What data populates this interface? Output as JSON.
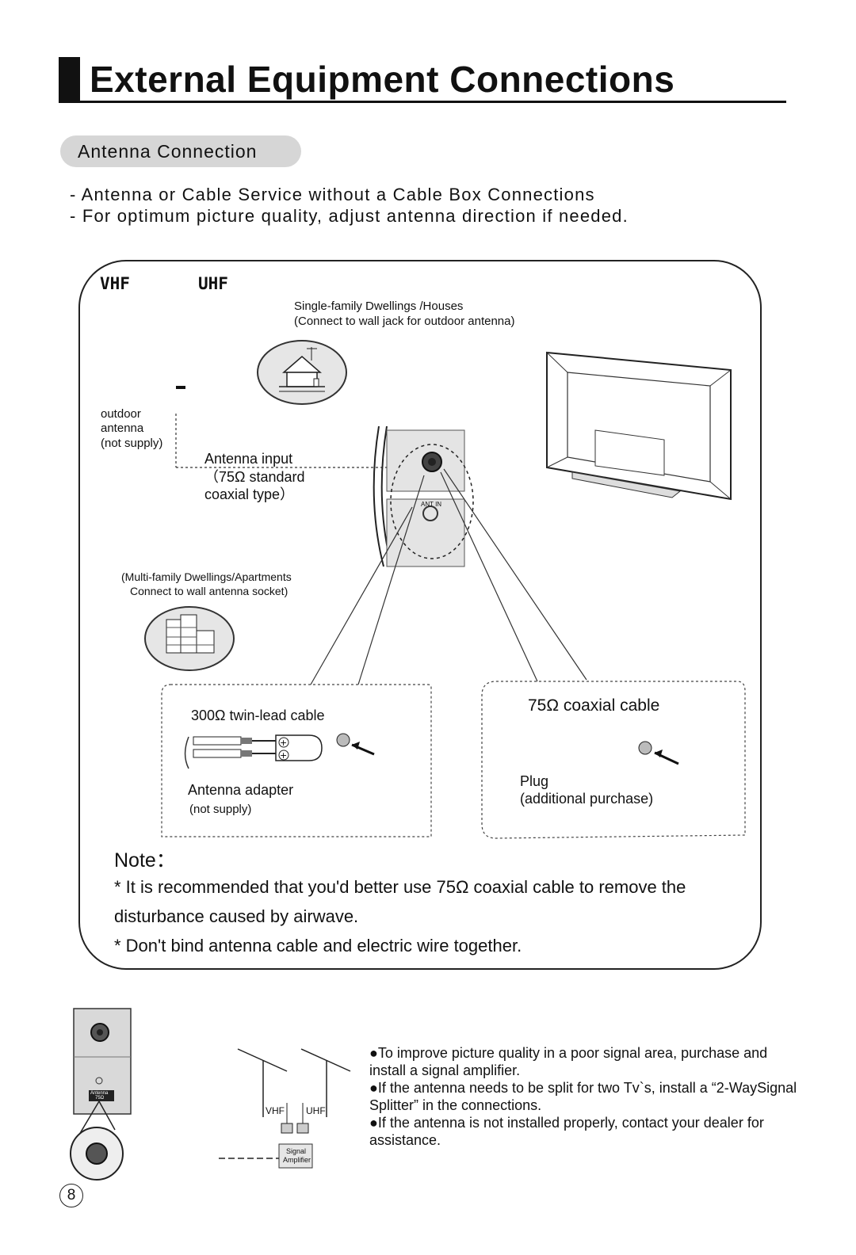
{
  "page": {
    "title": "External Equipment Connections",
    "section": "Antenna Connection",
    "intro": [
      "- Antenna or Cable Service without a Cable Box Connections",
      "- For optimum picture quality, adjust antenna direction if needed."
    ],
    "page_number": "8"
  },
  "diagram": {
    "vhf": "VHF",
    "uhf": "UHF",
    "houses_title": "Single-family Dwellings /Houses",
    "houses_sub": "(Connect to wall jack for outdoor antenna)",
    "outdoor": [
      "outdoor",
      "antenna",
      "(not supply)"
    ],
    "antenna_input": [
      "Antenna input",
      "（75Ω standard",
      "coaxial type）"
    ],
    "apartments_title": "(Multi-family Dwellings/Apartments",
    "apartments_sub": "Connect to wall antenna socket)",
    "ant_in": "ANT IN",
    "twin_lead": "300Ω twin-lead cable",
    "adapter": "Antenna adapter",
    "adapter_note": "(not supply)",
    "coaxial": "75Ω coaxial cable",
    "plug": "Plug",
    "plug_note": "(additional purchase)"
  },
  "notes": {
    "title": "Note：",
    "lines": [
      "* It is recommended that you'd better use 75Ω coaxial cable to remove  the",
      "disturbance caused by airwave.",
      "* Don't bind antenna cable and electric wire together."
    ]
  },
  "bottom": {
    "antenna_label": "Antenna",
    "antenna_label2": "75Ω",
    "vhf": "VHF",
    "uhf": "UHF",
    "amplifier": [
      "Signal",
      "Amplifier"
    ],
    "bullets": [
      "●To improve picture quality in a poor signal area, purchase and install a signal amplifier.",
      "●If the antenna needs to be split for two Tv`s, install a “2-WaySignal Splitter” in the connections.",
      "●If the antenna is not installed properly, contact your dealer for assistance."
    ]
  }
}
